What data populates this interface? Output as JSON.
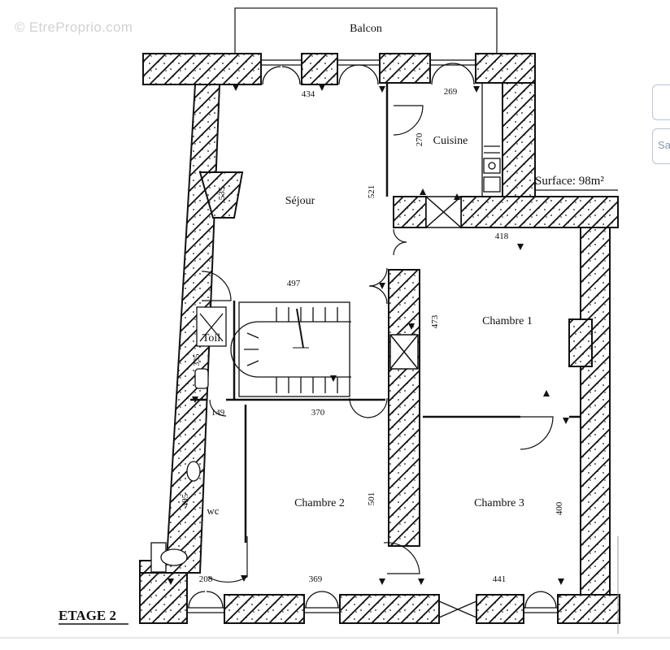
{
  "watermark": "© EtreProprio.com",
  "floor_label": "ETAGE 2",
  "surface": "Surface: 98m²",
  "rooms": {
    "balcon": "Balcon",
    "cuisine": "Cuisine",
    "sejour": "Séjour",
    "chambre1": "Chambre 1",
    "chambre2": "Chambre 2",
    "chambre3": "Chambre 3",
    "toil": "Toil",
    "wc": "wc"
  },
  "dimensions": {
    "d434": "434",
    "d269": "269",
    "d270": "270",
    "d535": "535",
    "d521": "521",
    "d418": "418",
    "d497": "497",
    "d473": "473",
    "d335": "335",
    "d149": "149",
    "d370": "370",
    "d495": "495",
    "d501": "501",
    "d400": "400",
    "d208": "208",
    "d369": "369",
    "d441": "441"
  },
  "side_panel": {
    "search_partial": "Sa"
  },
  "colors": {
    "ink": "#111111",
    "wall_fill": "#ffffff",
    "watermark": "#d2d2d2"
  }
}
